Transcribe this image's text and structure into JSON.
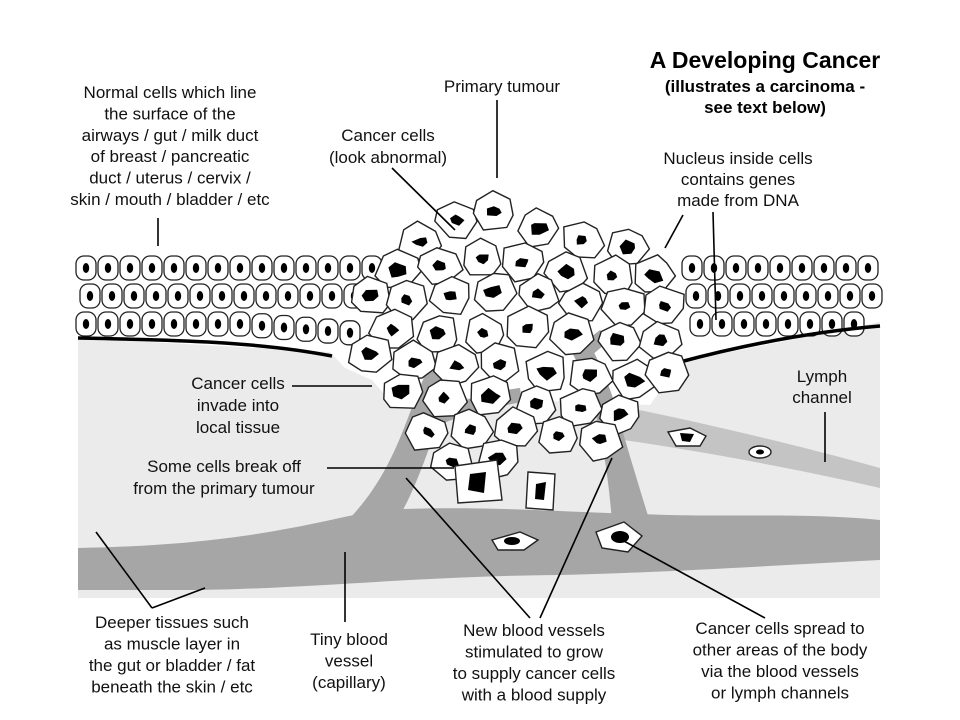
{
  "title": {
    "main": "A Developing Cancer",
    "sub_line1": "(illustrates a carcinoma -",
    "sub_line2": "see text below)"
  },
  "labels": {
    "normal_cells": [
      "Normal cells which line",
      "the  surface of the",
      "airways / gut / milk duct",
      "of breast / pancreatic",
      "duct / uterus / cervix /",
      "skin / mouth / bladder / etc"
    ],
    "primary_tumour": [
      "Primary tumour"
    ],
    "cancer_cells_abnormal": [
      "Cancer cells",
      "(look abnormal)"
    ],
    "nucleus": [
      "Nucleus inside cells",
      "contains genes",
      "made from DNA"
    ],
    "invade": [
      "Cancer cells",
      "invade into",
      "local tissue"
    ],
    "break_off": [
      "Some cells break off",
      "from the primary tumour"
    ],
    "lymph": [
      "Lymph",
      "channel"
    ],
    "deeper_tissues": [
      "Deeper tissues such",
      "as muscle layer in",
      "the gut or bladder / fat",
      "beneath the skin / etc"
    ],
    "capillary": [
      "Tiny blood",
      "vessel",
      "(capillary)"
    ],
    "new_vessels": [
      "New blood vessels",
      "stimulated to grow",
      "to supply cancer cells",
      "with a blood supply"
    ],
    "spread": [
      "Cancer cells spread to",
      "other areas of the body",
      "via  the blood vessels",
      "or lymph channels"
    ]
  },
  "colors": {
    "tissue": "#ebebeb",
    "vessel": "#a6a6a6",
    "lymph": "#c4c4c4",
    "outline": "#000000"
  }
}
